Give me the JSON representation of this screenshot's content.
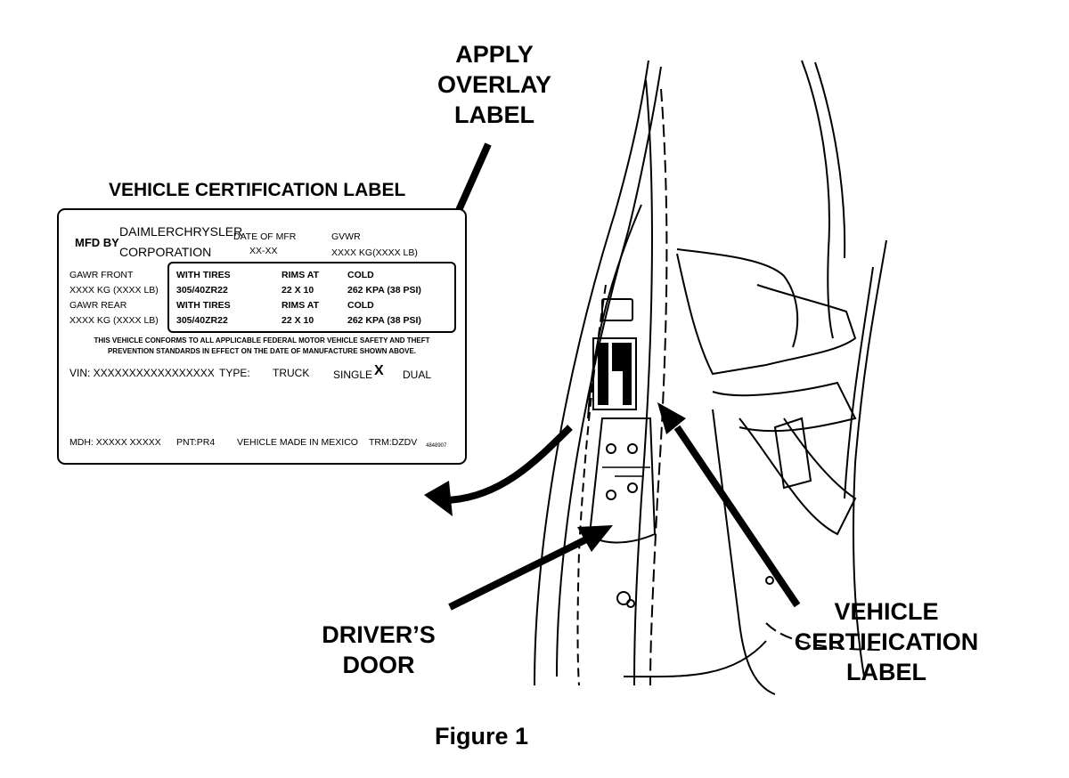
{
  "callouts": {
    "apply_overlay": [
      "APPLY",
      "OVERLAY",
      "LABEL"
    ],
    "drivers_door": [
      "DRIVER’S",
      "DOOR"
    ],
    "vehicle_cert": [
      "VEHICLE",
      "CERTIFICATION",
      "LABEL"
    ]
  },
  "label": {
    "heading": "VEHICLE CERTIFICATION LABEL",
    "mfd_by": "MFD BY",
    "maker_line1": "DAIMLERCHRYSLER",
    "maker_line2": "CORPORATION",
    "date_of_mfr": "DATE OF MFR",
    "date_value": "XX-XX",
    "gvwr": "GVWR",
    "gvwr_value": "XXXX  KG(XXXX LB)",
    "gawr_front": "GAWR FRONT",
    "gawr_front_value": "XXXX KG (XXXX LB)",
    "gawr_rear": "GAWR REAR",
    "gawr_rear_value": "XXXX KG (XXXX LB)",
    "tires_rows": [
      {
        "c1": "WITH TIRES",
        "c2": "RIMS AT",
        "c3": "COLD"
      },
      {
        "c1": "305/40ZR22",
        "c2": "22 X 10",
        "c3": "262 KPA (38 PSI)"
      },
      {
        "c1": "WITH TIRES",
        "c2": "RIMS AT",
        "c3": "COLD"
      },
      {
        "c1": "305/40ZR22",
        "c2": "22 X 10",
        "c3": "262 KPA (38 PSI)"
      }
    ],
    "conform_line1": "THIS VEHICLE CONFORMS TO ALL APPLICABLE FEDERAL MOTOR VEHICLE SAFETY AND THEFT",
    "conform_line2": "PREVENTION STANDARDS IN EFFECT ON THE DATE OF MANUFACTURE SHOWN ABOVE.",
    "vin": "VIN:  XXXXXXXXXXXXXXXXX",
    "type_label": "TYPE:",
    "type_value": "TRUCK",
    "single": "SINGLE",
    "single_mark": "X",
    "dual": "DUAL",
    "bottom_mdh": "MDH:  XXXXX XXXXX",
    "bottom_pnt": "PNT:PR4",
    "bottom_made": "VEHICLE MADE IN MEXICO",
    "bottom_trm": "TRM:DZDV",
    "part_no": "4848907"
  },
  "figure_caption": "Figure 1"
}
